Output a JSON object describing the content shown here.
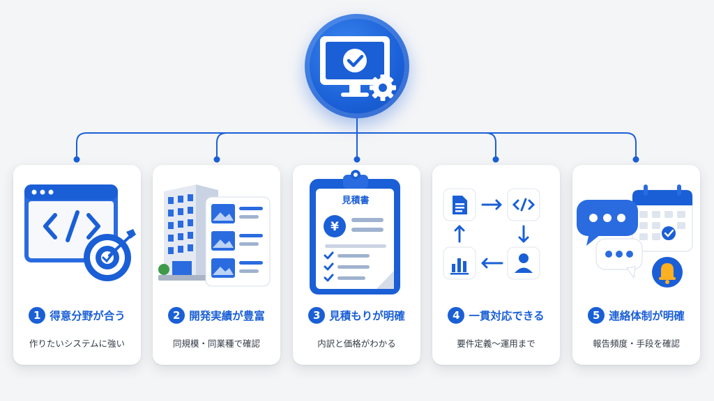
{
  "colors": {
    "accent": "#1a5fd6",
    "accent_light": "#3a86f0",
    "text": "#333a45",
    "card": "#ffffff",
    "background": "#f4f5f7"
  },
  "hub": {
    "icon": "monitor-check-gear-icon"
  },
  "cards": [
    {
      "number": "1",
      "title": "得意分野が合う",
      "description": "作りたいシステムに強い",
      "icon": "code-window-target-icon"
    },
    {
      "number": "2",
      "title": "開発実績が豊富",
      "description": "同規模・同業種で確認",
      "icon": "office-building-portfolio-icon"
    },
    {
      "number": "3",
      "title": "見積もりが明確",
      "description": "内訳と価格がわかる",
      "icon": "estimate-clipboard-icon",
      "clipboard_heading": "見積書",
      "currency_symbol": "¥"
    },
    {
      "number": "4",
      "title": "一貫対応できる",
      "description": "要件定義〜運用まで",
      "icon": "workflow-cycle-icon"
    },
    {
      "number": "5",
      "title": "連絡体制が明確",
      "description": "報告頻度・手段を確認",
      "icon": "chat-calendar-bell-icon"
    }
  ]
}
